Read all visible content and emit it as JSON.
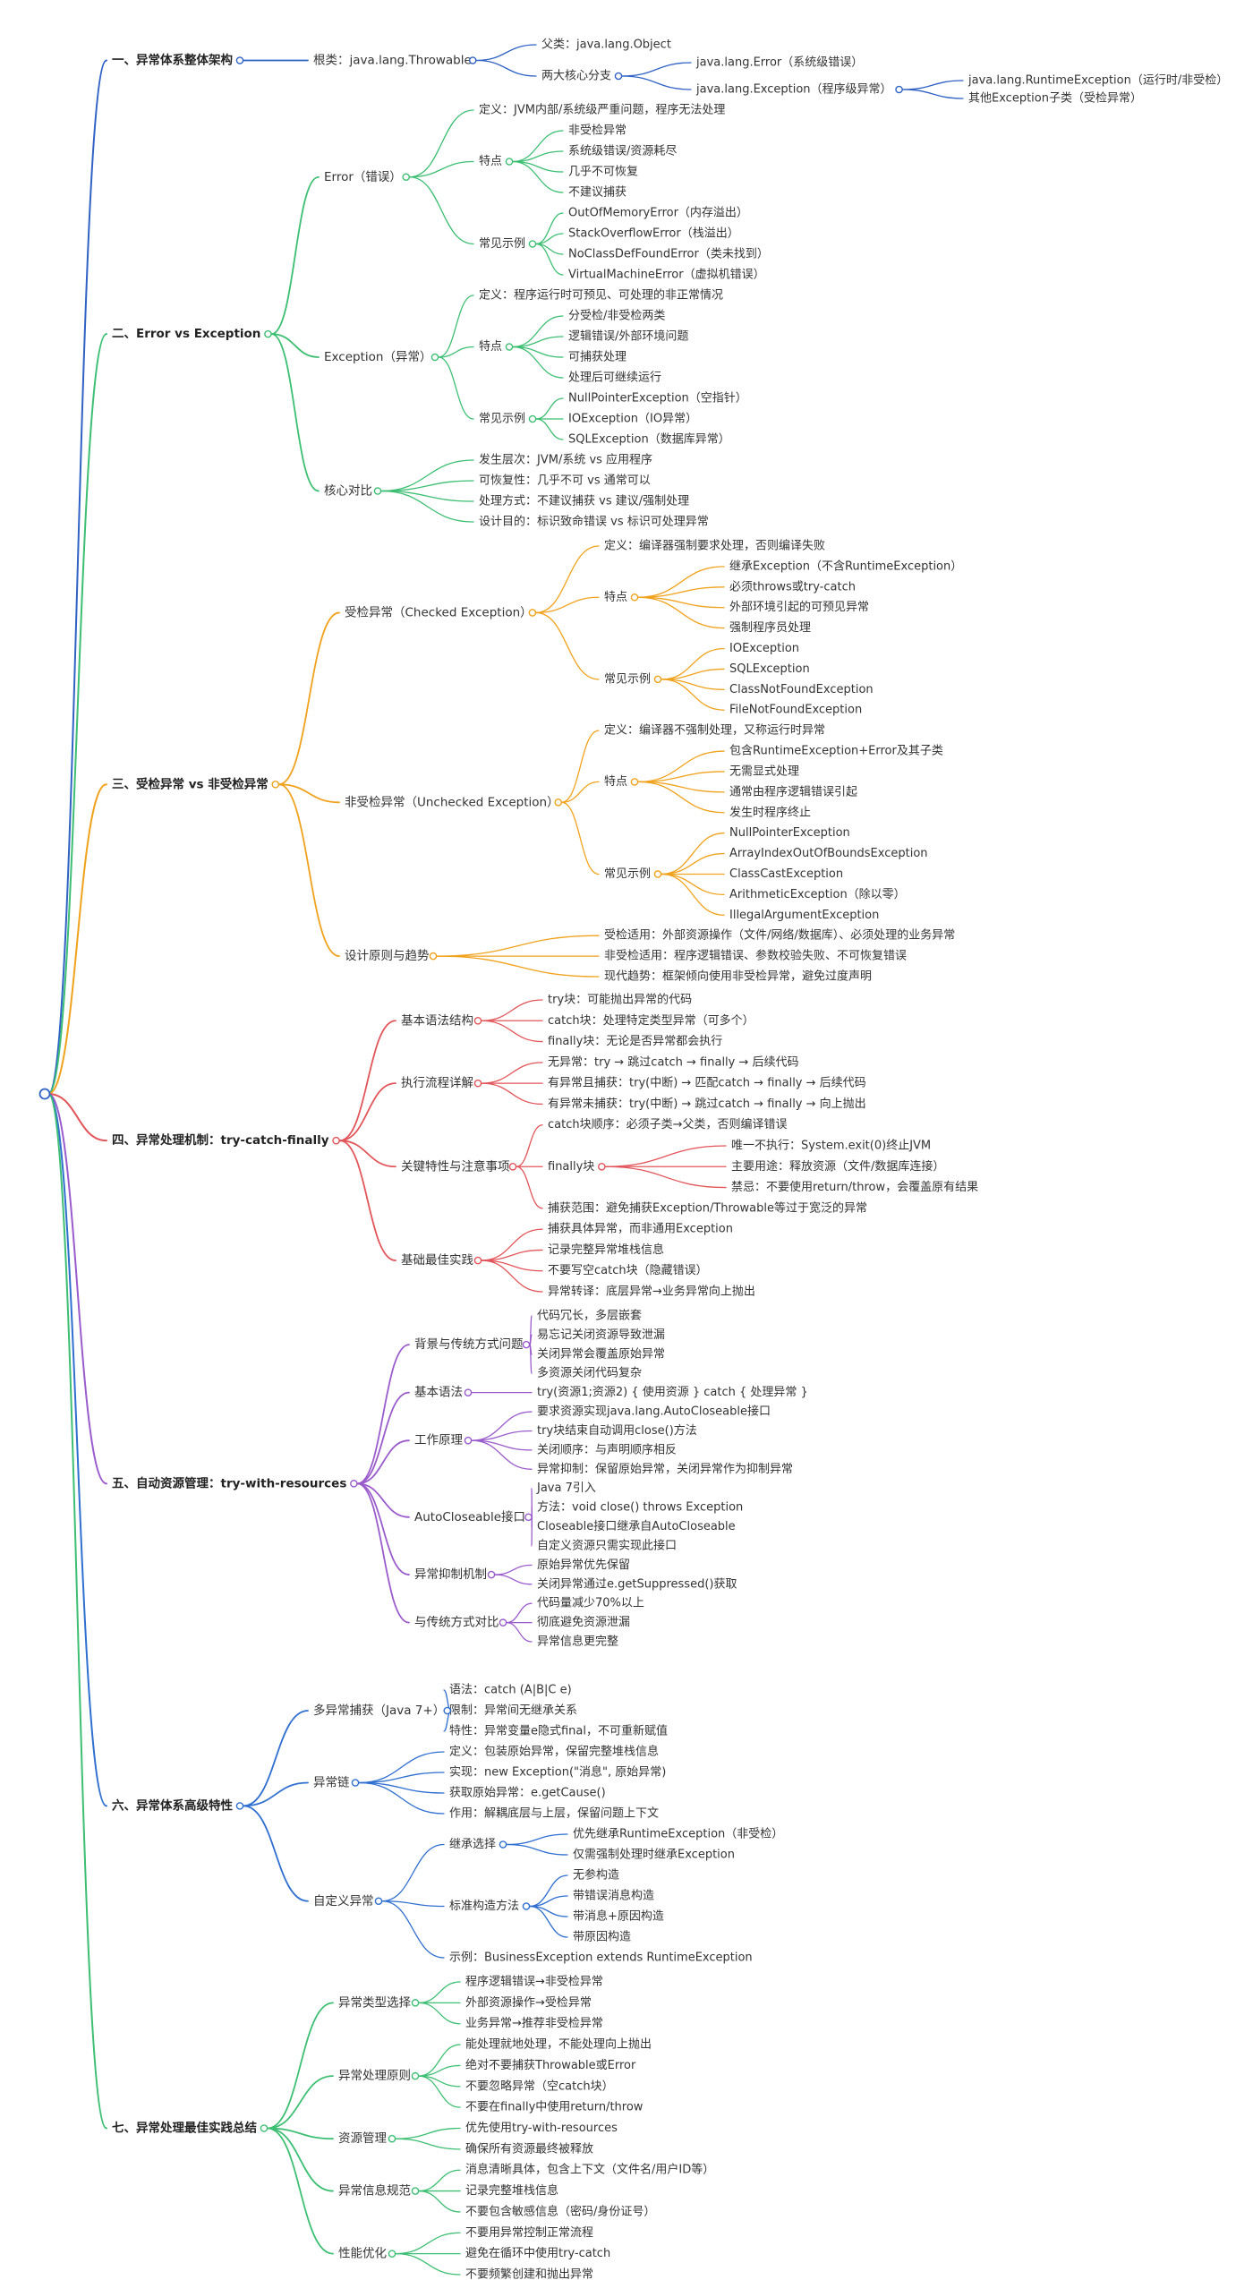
{
  "root": {
    "label": ""
  },
  "branches": [
    {
      "id": "b1",
      "color": "#2f62c4",
      "label": "一、异常体系整体架构",
      "children": [
        {
          "label": "根类：java.lang.Throwable",
          "children": [
            {
              "label": "父类：java.lang.Object"
            },
            {
              "label": "两大核心分支",
              "children": [
                {
                  "label": "java.lang.Error（系统级错误）"
                },
                {
                  "label": "java.lang.Exception（程序级异常）",
                  "children": [
                    {
                      "label": "java.lang.RuntimeException（运行时/非受检）"
                    },
                    {
                      "label": "其他Exception子类（受检异常）"
                    }
                  ]
                }
              ]
            }
          ]
        }
      ]
    },
    {
      "id": "b2",
      "color": "#3dbf73",
      "label": "二、Error vs Exception",
      "children": [
        {
          "label": "Error（错误）",
          "children": [
            {
              "label": "定义：JVM内部/系统级严重问题，程序无法处理"
            },
            {
              "label": "特点",
              "children": [
                {
                  "label": "非受检异常"
                },
                {
                  "label": "系统级错误/资源耗尽"
                },
                {
                  "label": "几乎不可恢复"
                },
                {
                  "label": "不建议捕获"
                }
              ]
            },
            {
              "label": "常见示例",
              "children": [
                {
                  "label": "OutOfMemoryError（内存溢出）"
                },
                {
                  "label": "StackOverflowError（栈溢出）"
                },
                {
                  "label": "NoClassDefFoundError（类未找到）"
                },
                {
                  "label": "VirtualMachineError（虚拟机错误）"
                }
              ]
            }
          ]
        },
        {
          "label": "Exception（异常）",
          "children": [
            {
              "label": "定义：程序运行时可预见、可处理的非正常情况"
            },
            {
              "label": "特点",
              "children": [
                {
                  "label": "分受检/非受检两类"
                },
                {
                  "label": "逻辑错误/外部环境问题"
                },
                {
                  "label": "可捕获处理"
                },
                {
                  "label": "处理后可继续运行"
                }
              ]
            },
            {
              "label": "常见示例",
              "children": [
                {
                  "label": "NullPointerException（空指针）"
                },
                {
                  "label": "IOException（IO异常）"
                },
                {
                  "label": "SQLException（数据库异常）"
                }
              ]
            }
          ]
        },
        {
          "label": "核心对比",
          "children": [
            {
              "label": "发生层次：JVM/系统 vs 应用程序"
            },
            {
              "label": "可恢复性：几乎不可 vs 通常可以"
            },
            {
              "label": "处理方式：不建议捕获 vs 建议/强制处理"
            },
            {
              "label": "设计目的：标识致命错误 vs 标识可处理异常"
            }
          ]
        }
      ]
    },
    {
      "id": "b3",
      "color": "#f0a21c",
      "label": "三、受检异常 vs 非受检异常",
      "children": [
        {
          "label": "受检异常（Checked Exception）",
          "children": [
            {
              "label": "定义：编译器强制要求处理，否则编译失败"
            },
            {
              "label": "特点",
              "children": [
                {
                  "label": "继承Exception（不含RuntimeException）"
                },
                {
                  "label": "必须throws或try-catch"
                },
                {
                  "label": "外部环境引起的可预见异常"
                },
                {
                  "label": "强制程序员处理"
                }
              ]
            },
            {
              "label": "常见示例",
              "children": [
                {
                  "label": "IOException"
                },
                {
                  "label": "SQLException"
                },
                {
                  "label": "ClassNotFoundException"
                },
                {
                  "label": "FileNotFoundException"
                }
              ]
            }
          ]
        },
        {
          "label": "非受检异常（Unchecked Exception）",
          "children": [
            {
              "label": "定义：编译器不强制处理，又称运行时异常"
            },
            {
              "label": "特点",
              "children": [
                {
                  "label": "包含RuntimeException+Error及其子类"
                },
                {
                  "label": "无需显式处理"
                },
                {
                  "label": "通常由程序逻辑错误引起"
                },
                {
                  "label": "发生时程序终止"
                }
              ]
            },
            {
              "label": "常见示例",
              "children": [
                {
                  "label": "NullPointerException"
                },
                {
                  "label": "ArrayIndexOutOfBoundsException"
                },
                {
                  "label": "ClassCastException"
                },
                {
                  "label": "ArithmeticException（除以零）"
                },
                {
                  "label": "IllegalArgumentException"
                }
              ]
            }
          ]
        },
        {
          "label": "设计原则与趋势",
          "children": [
            {
              "label": "受检适用：外部资源操作（文件/网络/数据库）、必须处理的业务异常"
            },
            {
              "label": "非受检适用：程序逻辑错误、参数校验失败、不可恢复错误"
            },
            {
              "label": "现代趋势：框架倾向使用非受检异常，避免过度声明"
            }
          ]
        }
      ]
    },
    {
      "id": "b4",
      "color": "#e2555a",
      "label": "四、异常处理机制：try-catch-finally",
      "children": [
        {
          "label": "基本语法结构",
          "children": [
            {
              "label": "try块：可能抛出异常的代码"
            },
            {
              "label": "catch块：处理特定类型异常（可多个）"
            },
            {
              "label": "finally块：无论是否异常都会执行"
            }
          ]
        },
        {
          "label": "执行流程详解",
          "children": [
            {
              "label": "无异常：try → 跳过catch → finally → 后续代码"
            },
            {
              "label": "有异常且捕获：try(中断) → 匹配catch → finally → 后续代码"
            },
            {
              "label": "有异常未捕获：try(中断) → 跳过catch → finally → 向上抛出"
            }
          ]
        },
        {
          "label": "关键特性与注意事项",
          "children": [
            {
              "label": "catch块顺序：必须子类→父类，否则编译错误"
            },
            {
              "label": "finally块",
              "children": [
                {
                  "label": "唯一不执行：System.exit(0)终止JVM"
                },
                {
                  "label": "主要用途：释放资源（文件/数据库连接）"
                },
                {
                  "label": "禁忌：不要使用return/throw，会覆盖原有结果"
                }
              ]
            },
            {
              "label": "捕获范围：避免捕获Exception/Throwable等过于宽泛的异常"
            }
          ]
        },
        {
          "label": "基础最佳实践",
          "children": [
            {
              "label": "捕获具体异常，而非通用Exception"
            },
            {
              "label": "记录完整异常堆栈信息"
            },
            {
              "label": "不要写空catch块（隐藏错误）"
            },
            {
              "label": "异常转译：底层异常→业务异常向上抛出"
            }
          ]
        }
      ]
    },
    {
      "id": "b5",
      "color": "#9a5ccc",
      "label": "五、自动资源管理：try-with-resources",
      "children": [
        {
          "label": "背景与传统方式问题",
          "children": [
            {
              "label": "代码冗长，多层嵌套"
            },
            {
              "label": "易忘记关闭资源导致泄漏"
            },
            {
              "label": "关闭异常会覆盖原始异常"
            },
            {
              "label": "多资源关闭代码复杂"
            }
          ]
        },
        {
          "label": "基本语法",
          "children": [
            {
              "label": "try(资源1;资源2) { 使用资源 } catch { 处理异常 }"
            }
          ]
        },
        {
          "label": "工作原理",
          "children": [
            {
              "label": "要求资源实现java.lang.AutoCloseable接口"
            },
            {
              "label": "try块结束自动调用close()方法"
            },
            {
              "label": "关闭顺序：与声明顺序相反"
            },
            {
              "label": "异常抑制：保留原始异常，关闭异常作为抑制异常"
            }
          ]
        },
        {
          "label": "AutoCloseable接口",
          "children": [
            {
              "label": "Java 7引入"
            },
            {
              "label": "方法：void close() throws Exception"
            },
            {
              "label": "Closeable接口继承自AutoCloseable"
            },
            {
              "label": "自定义资源只需实现此接口"
            }
          ]
        },
        {
          "label": "异常抑制机制",
          "children": [
            {
              "label": "原始异常优先保留"
            },
            {
              "label": "关闭异常通过e.getSuppressed()获取"
            }
          ]
        },
        {
          "label": "与传统方式对比",
          "children": [
            {
              "label": "代码量减少70%以上"
            },
            {
              "label": "彻底避免资源泄漏"
            },
            {
              "label": "异常信息更完整"
            }
          ]
        }
      ]
    },
    {
      "id": "b6",
      "color": "#2f6fd0",
      "label": "六、异常体系高级特性",
      "children": [
        {
          "label": "多异常捕获（Java 7+）",
          "children": [
            {
              "label": "语法：catch (A|B|C e)"
            },
            {
              "label": "限制：异常间无继承关系"
            },
            {
              "label": "特性：异常变量e隐式final，不可重新赋值"
            }
          ]
        },
        {
          "label": "异常链",
          "children": [
            {
              "label": "定义：包装原始异常，保留完整堆栈信息"
            },
            {
              "label": "实现：new Exception(\"消息\", 原始异常)"
            },
            {
              "label": "获取原始异常：e.getCause()"
            },
            {
              "label": "作用：解耦底层与上层，保留问题上下文"
            }
          ]
        },
        {
          "label": "自定义异常",
          "children": [
            {
              "label": "继承选择",
              "children": [
                {
                  "label": "优先继承RuntimeException（非受检）"
                },
                {
                  "label": "仅需强制处理时继承Exception"
                }
              ]
            },
            {
              "label": "标准构造方法",
              "children": [
                {
                  "label": "无参构造"
                },
                {
                  "label": "带错误消息构造"
                },
                {
                  "label": "带消息+原因构造"
                },
                {
                  "label": "带原因构造"
                }
              ]
            },
            {
              "label": "示例：BusinessException extends RuntimeException"
            }
          ]
        }
      ]
    },
    {
      "id": "b7",
      "color": "#3dbf73",
      "label": "七、异常处理最佳实践总结",
      "children": [
        {
          "label": "异常类型选择",
          "children": [
            {
              "label": "程序逻辑错误→非受检异常"
            },
            {
              "label": "外部资源操作→受检异常"
            },
            {
              "label": "业务异常→推荐非受检异常"
            }
          ]
        },
        {
          "label": "异常处理原则",
          "children": [
            {
              "label": "能处理就地处理，不能处理向上抛出"
            },
            {
              "label": "绝对不要捕获Throwable或Error"
            },
            {
              "label": "不要忽略异常（空catch块）"
            },
            {
              "label": "不要在finally中使用return/throw"
            }
          ]
        },
        {
          "label": "资源管理",
          "children": [
            {
              "label": "优先使用try-with-resources"
            },
            {
              "label": "确保所有资源最终被释放"
            }
          ]
        },
        {
          "label": "异常信息规范",
          "children": [
            {
              "label": "消息清晰具体，包含上下文（文件名/用户ID等）"
            },
            {
              "label": "记录完整堆栈信息"
            },
            {
              "label": "不要包含敏感信息（密码/身份证号）"
            }
          ]
        },
        {
          "label": "性能优化",
          "children": [
            {
              "label": "不要用异常控制正常流程"
            },
            {
              "label": "避免在循环中使用try-catch"
            },
            {
              "label": "不要频繁创建和抛出异常"
            }
          ]
        }
      ]
    }
  ]
}
